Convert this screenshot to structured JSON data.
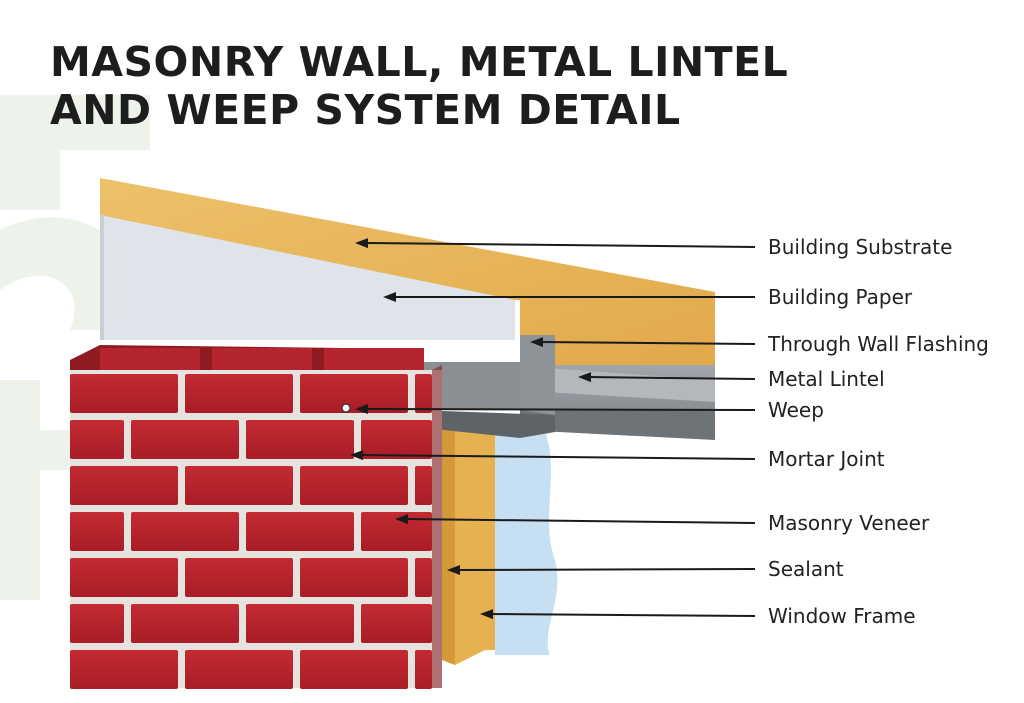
{
  "title": {
    "line1": "MASONRY WALL, METAL LINTEL",
    "line2": "AND WEEP SYSTEM DETAIL"
  },
  "labels": [
    "Building Substrate",
    "Building Paper",
    "Through Wall Flashing",
    "Metal Lintel",
    "Weep",
    "Mortar Joint",
    "Masonry Veneer",
    "Sealant",
    "Window Frame"
  ],
  "colors": {
    "brick": "#b3202a",
    "mortar": "#e6e3df",
    "substrate": "#e8b651",
    "paper": "#dfe4ea",
    "flashing": "#2a2a2a",
    "lintel": "#8e9398",
    "window_frame": "#c6dff2",
    "watermark": "#e8f0e6"
  }
}
